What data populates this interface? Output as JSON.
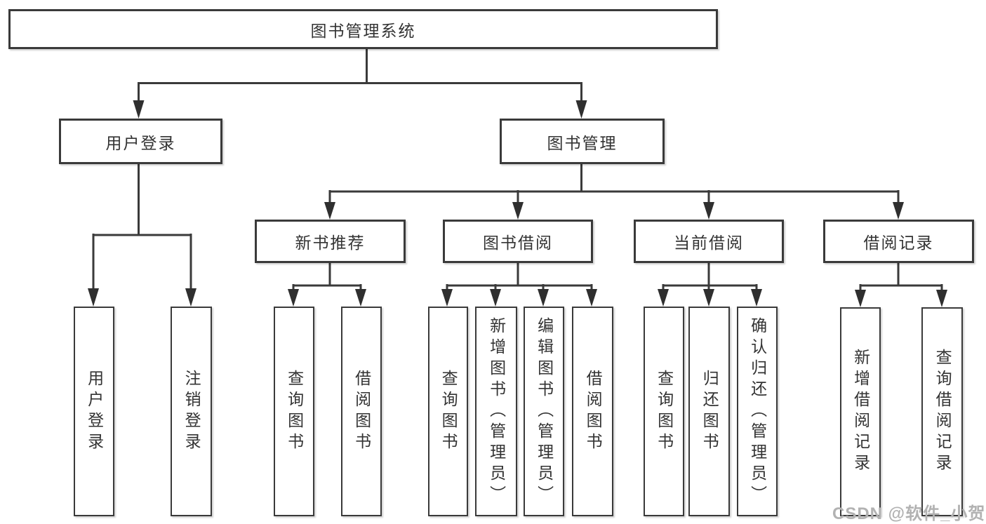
{
  "tree": {
    "label": "图书管理系统",
    "children": [
      {
        "label": "用户登录",
        "children": [
          {
            "label": "用户登录"
          },
          {
            "label": "注销登录"
          }
        ]
      },
      {
        "label": "图书管理",
        "children": [
          {
            "label": "新书推荐",
            "children": [
              {
                "label": "查询图书"
              },
              {
                "label": "借阅图书"
              }
            ]
          },
          {
            "label": "图书借阅",
            "children": [
              {
                "label": "查询图书"
              },
              {
                "label": "新增图书（管理员）"
              },
              {
                "label": "编辑图书（管理员）"
              },
              {
                "label": "借阅图书"
              }
            ]
          },
          {
            "label": "当前借阅",
            "children": [
              {
                "label": "查询图书"
              },
              {
                "label": "归还图书"
              },
              {
                "label": "确认归还（管理员）"
              }
            ]
          },
          {
            "label": "借阅记录",
            "children": [
              {
                "label": "新增借阅记录"
              },
              {
                "label": "查询借阅记录"
              }
            ]
          }
        ]
      }
    ]
  },
  "watermark": {
    "text": "CSDN @软件_小贺同学"
  },
  "colors": {
    "line": "#3a3a3a",
    "box_border": "#3a3a3a",
    "box_background": "#ffffff",
    "text": "#333333",
    "watermark": "#b2b2b2"
  }
}
